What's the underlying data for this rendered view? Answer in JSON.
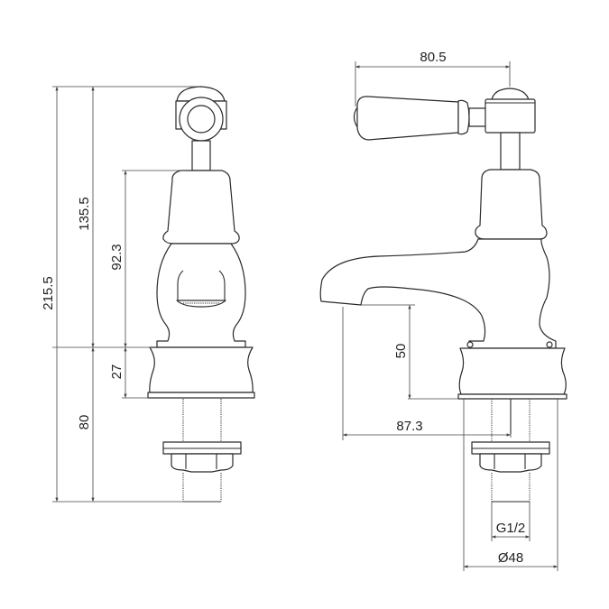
{
  "drawing": {
    "subject": "Basin pillar tap technical drawing",
    "views": [
      "front-view",
      "side-view"
    ],
    "dimensions": {
      "front_total_height": "215.5",
      "front_spout_to_top": "135.5",
      "front_body_height": "92.3",
      "front_base_height": "27",
      "front_shank_length": "80",
      "side_lever_reach": "80.5",
      "side_spout_clearance": "50",
      "side_spout_projection": "87.3",
      "side_thread": "G1/2",
      "side_base_diameter": "Ø48"
    },
    "colors": {
      "line": "#2a2a2a",
      "dimension": "#444444",
      "background": "#ffffff"
    }
  }
}
